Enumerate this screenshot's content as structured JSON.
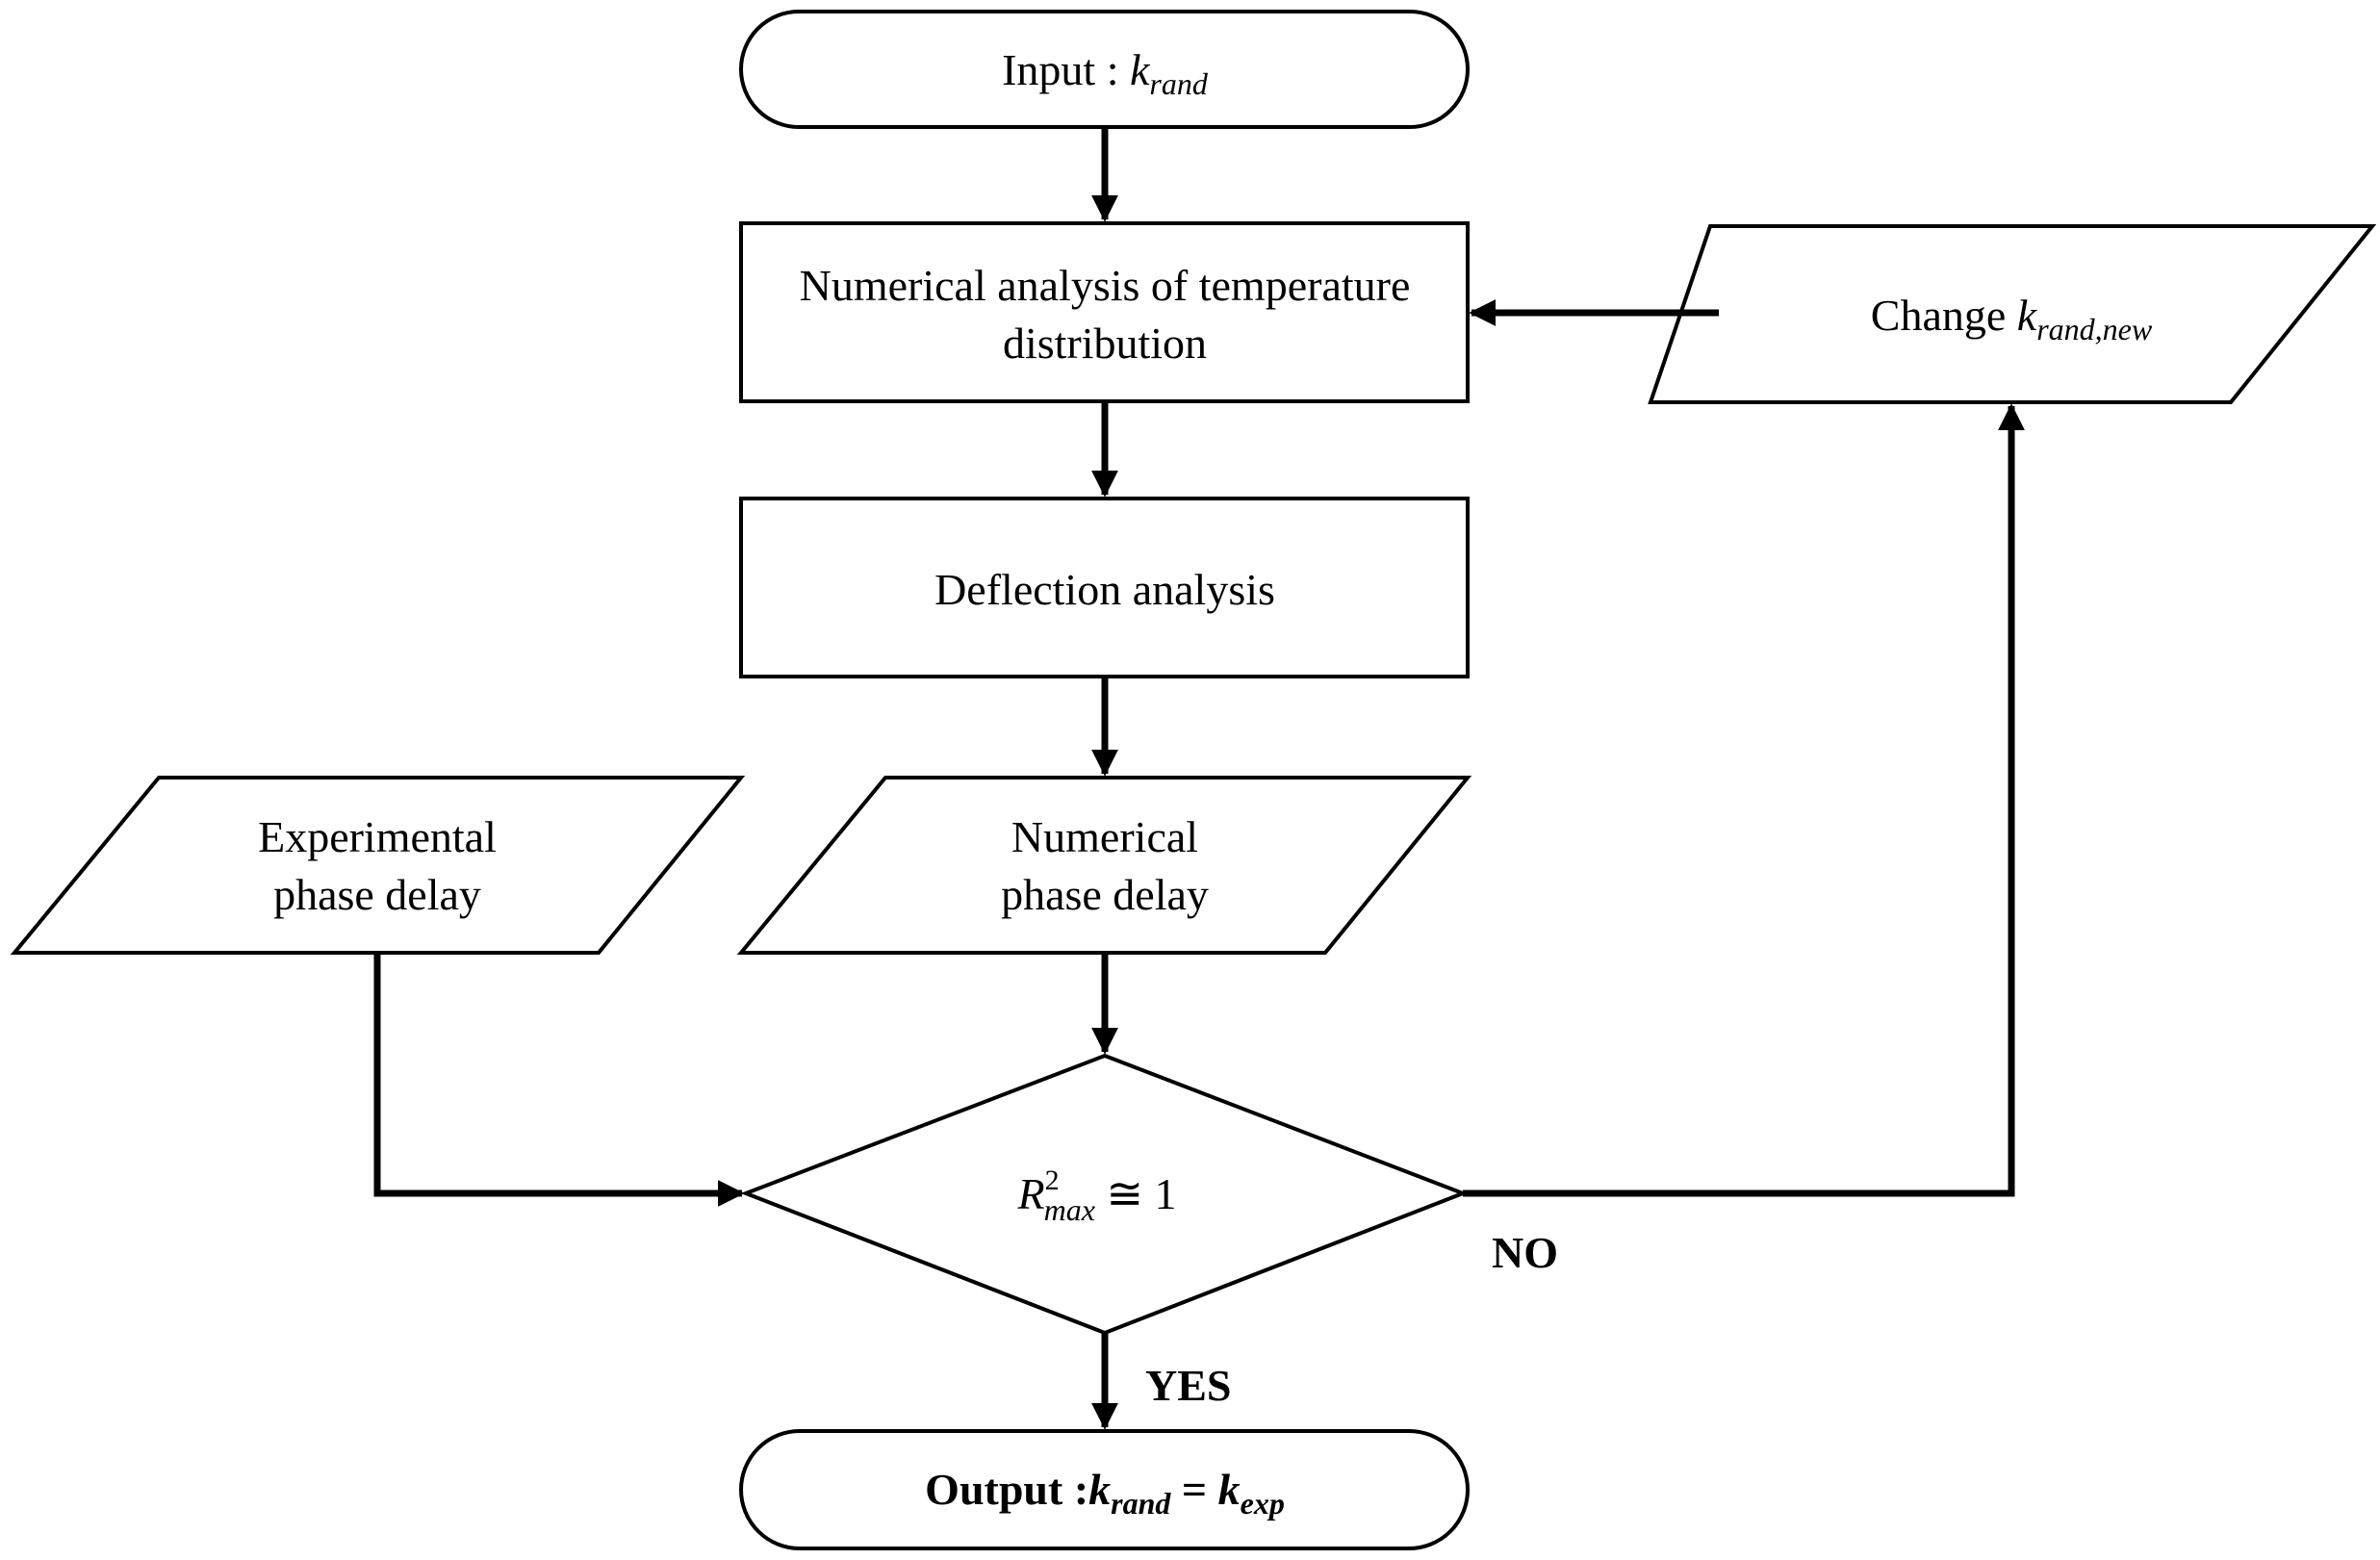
{
  "nodes": {
    "input": {
      "prefix": "Input : ",
      "var": "k",
      "sub": "rand"
    },
    "temperature": {
      "line1": "Numerical analysis of temperature",
      "line2": "distribution"
    },
    "deflection": {
      "label": "Deflection analysis"
    },
    "experimental": {
      "line1": "Experimental",
      "line2": "phase delay"
    },
    "numerical": {
      "line1": "Numerical",
      "line2": "phase delay"
    },
    "decision": {
      "var": "R",
      "sup": "2",
      "sub": "max",
      "rel": " ≅ 1"
    },
    "change": {
      "prefix": "Change ",
      "var": "k",
      "sub": "rand,new"
    },
    "output": {
      "prefix": "Output :",
      "var1": "k",
      "sub1": "rand",
      "eq": " = ",
      "var2": "k",
      "sub2": "exp"
    }
  },
  "edges": {
    "no_label": "NO",
    "yes_label": "YES"
  }
}
